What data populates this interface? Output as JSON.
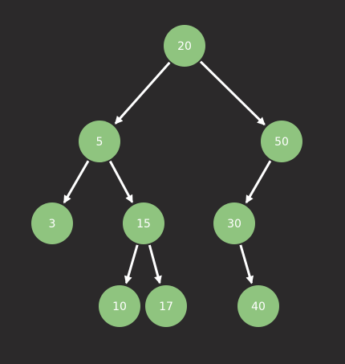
{
  "diagram": {
    "type": "binary-tree",
    "background_color": "#2b292a",
    "node_color": "#8fc47f",
    "edge_color": "#ffffff",
    "label_color": "#ffffff",
    "nodes": [
      {
        "id": "n20",
        "label": "20"
      },
      {
        "id": "n5",
        "label": "5"
      },
      {
        "id": "n50",
        "label": "50"
      },
      {
        "id": "n3",
        "label": "3"
      },
      {
        "id": "n15",
        "label": "15"
      },
      {
        "id": "n30",
        "label": "30"
      },
      {
        "id": "n10",
        "label": "10"
      },
      {
        "id": "n17",
        "label": "17"
      },
      {
        "id": "n40",
        "label": "40"
      }
    ],
    "edges": [
      {
        "from": "n20",
        "to": "n5"
      },
      {
        "from": "n20",
        "to": "n50"
      },
      {
        "from": "n5",
        "to": "n3"
      },
      {
        "from": "n5",
        "to": "n15"
      },
      {
        "from": "n50",
        "to": "n30"
      },
      {
        "from": "n15",
        "to": "n10"
      },
      {
        "from": "n15",
        "to": "n17"
      },
      {
        "from": "n30",
        "to": "n40"
      }
    ]
  }
}
